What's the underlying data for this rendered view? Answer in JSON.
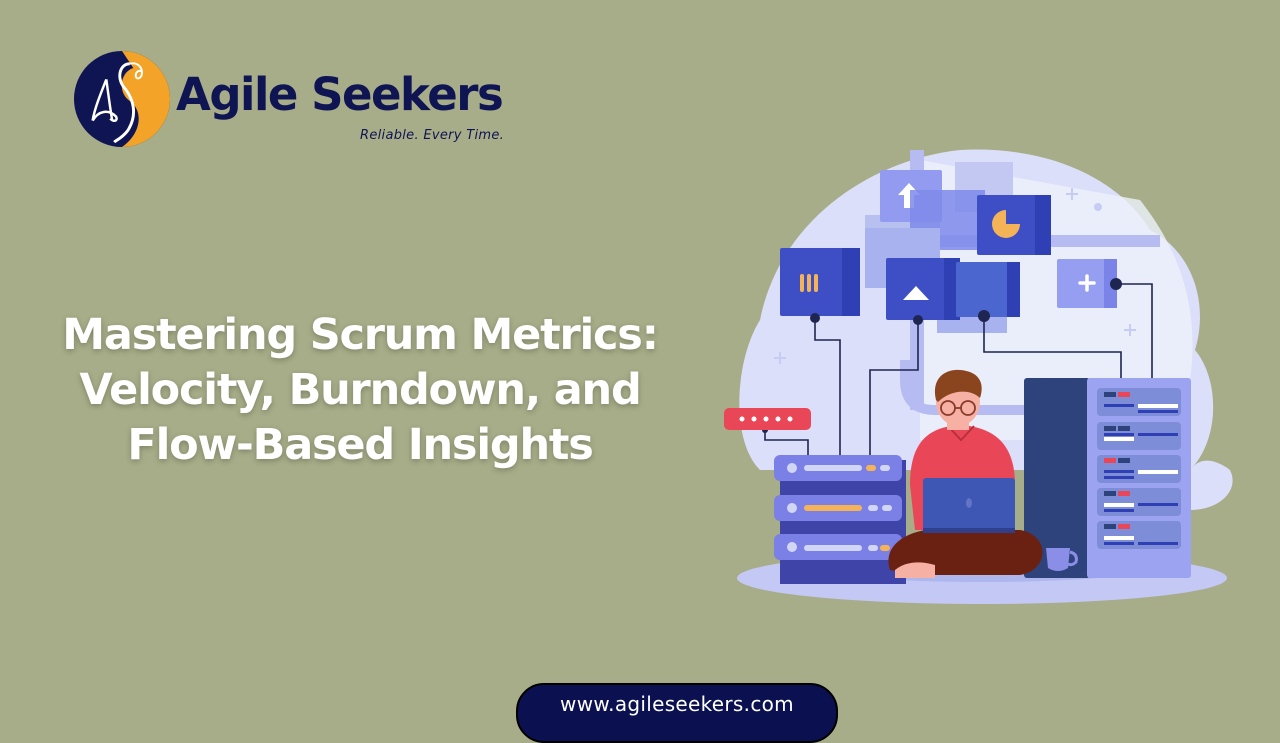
{
  "brand": {
    "name": "Agile Seekers",
    "tagline": "Reliable. Every Time.",
    "logo_icon": "as-swan-monogram-icon",
    "colors": {
      "navy": "#0f1552",
      "orange": "#f2a328"
    }
  },
  "headline": {
    "lines": [
      "Mastering Scrum Metrics:",
      "Velocity, Burndown, and",
      "Flow-Based Insights"
    ]
  },
  "footer": {
    "url": "www.agileseekers.com"
  },
  "illustration": {
    "subject": "person-with-laptop-servers-illustration",
    "icons": [
      "upload-arrow-icon",
      "pie-chart-icon",
      "bars-icon",
      "triangle-icon",
      "plus-icon",
      "password-dots-icon",
      "server-rack-icon",
      "coffee-cup-icon"
    ]
  },
  "colors": {
    "background": "#a7ad88",
    "headline_text": "#ffffff",
    "pill_bg": "#0b1150"
  }
}
